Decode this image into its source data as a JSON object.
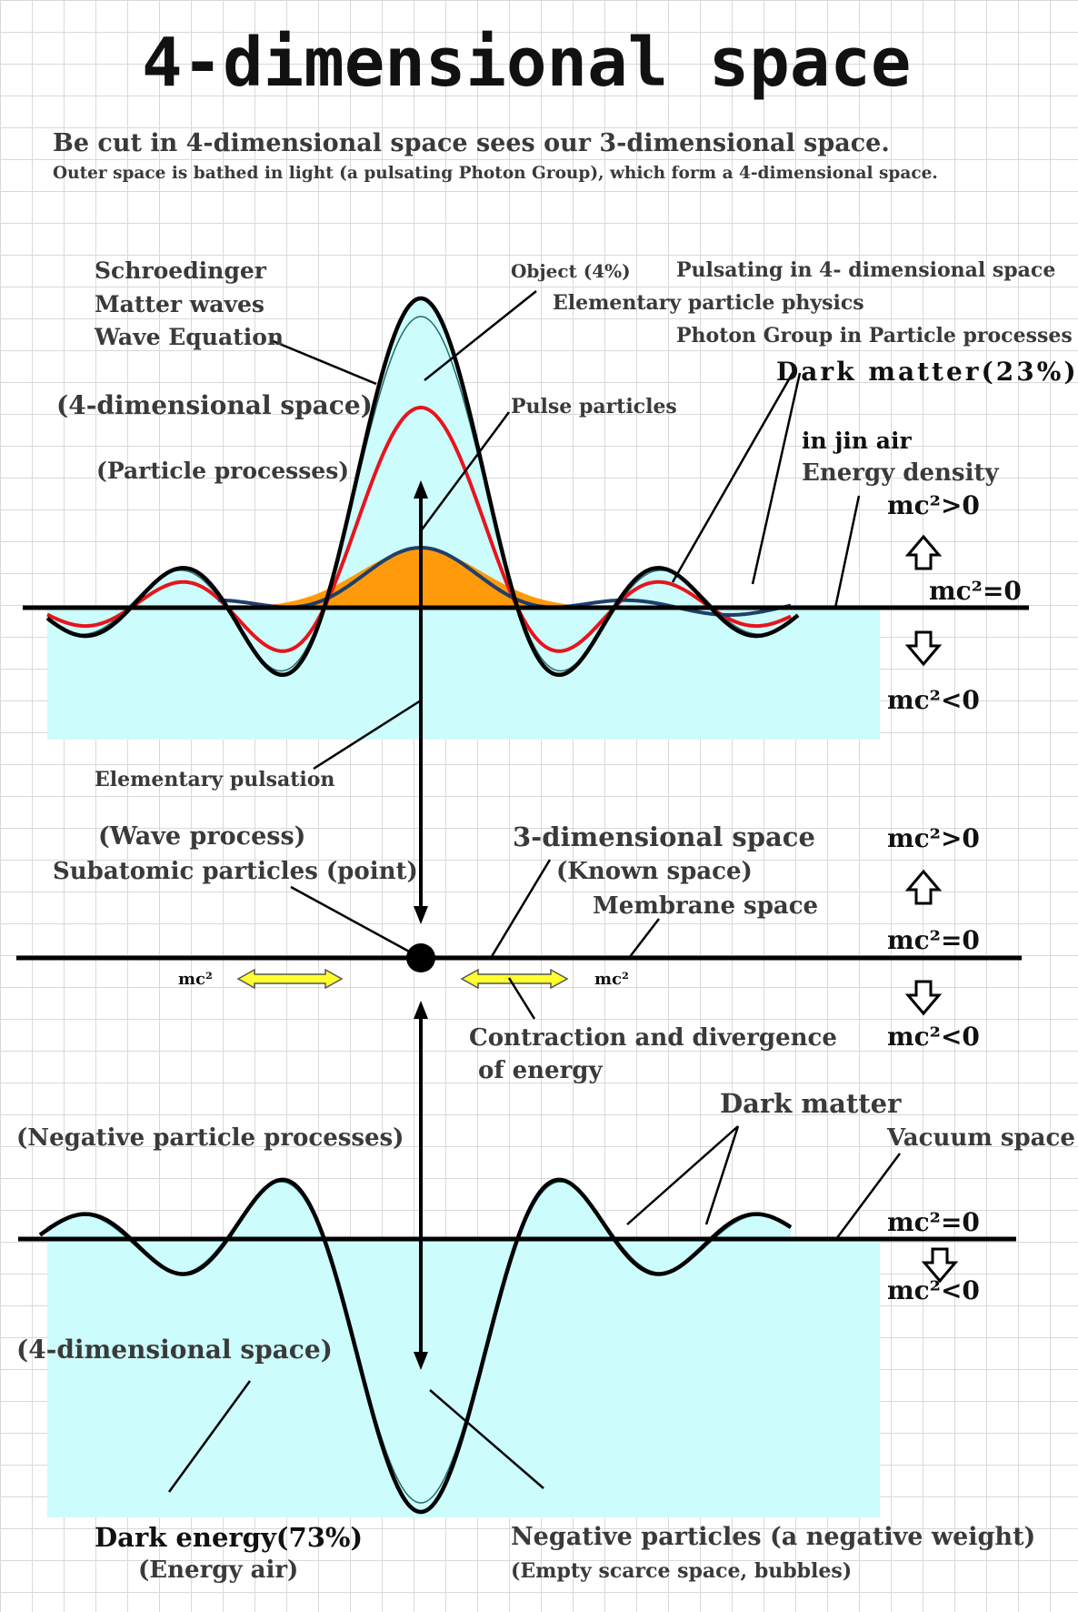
{
  "title": "4-dimensional space",
  "subtitle": "Be cut in 4-dimensional space sees our 3-dimensional space.",
  "subtitle2": "Outer space is bathed in light (a pulsating Photon Group), which form a 4-dimensional space.",
  "upper": {
    "schroedinger": "Schroedinger",
    "matter_waves": "Matter waves",
    "wave_equation": "Wave Equation",
    "space_label": "(4-dimensional space)",
    "particle_processes": "(Particle processes)",
    "object": "Object (4%)",
    "pulsating": "Pulsating in 4- dimensional space",
    "elementary_physics": "Elementary particle physics",
    "photon_group": "Photon Group in Particle processes",
    "dark_matter": "Dark matter(23%)",
    "pulse_particles": "Pulse particles",
    "in_jin_air": "in jin air",
    "energy_density": "Energy density",
    "mc_pos": "mc²>0",
    "mc_zero": "mc²=0",
    "mc_neg": "mc²<0",
    "elementary_pulsation": "Elementary pulsation"
  },
  "middle": {
    "wave_process": "(Wave process)",
    "subatomic": "Subatomic particles (point)",
    "three_d": "3-dimensional space",
    "known_space": "(Known space)",
    "membrane": "Membrane space",
    "mc_left": "mc²",
    "mc_right": "mc²",
    "contraction1": "Contraction and divergence",
    "contraction2": "of energy",
    "mc_pos": "mc²>0",
    "mc_zero": "mc²=0",
    "mc_neg": "mc²<0"
  },
  "lower": {
    "dark_matter": "Dark matter",
    "negative_processes": "(Negative particle processes)",
    "vacuum": "Vacuum space",
    "mc_zero": "mc²=0",
    "mc_neg": "mc²<0",
    "space_label": "(4-dimensional space)",
    "dark_energy": "Dark energy(73%)",
    "energy_air": "(Energy air)",
    "negative_particles": "Negative particles (a negative weight)",
    "empty_space": "(Empty scarce space, bubbles)"
  },
  "colors": {
    "cyan": "#ccfcfc",
    "red": "#e8141c",
    "blue": "#1f3f6b",
    "orange": "#ff9a0a",
    "yellow": "#ffff30"
  }
}
